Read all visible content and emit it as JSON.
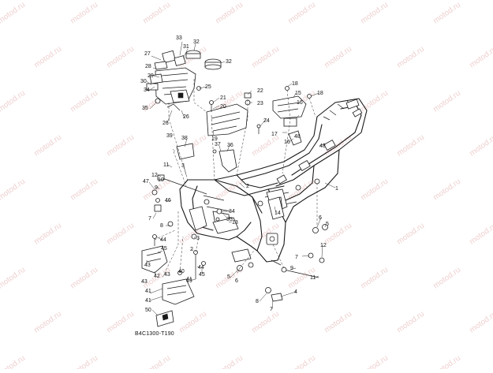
{
  "diagram": {
    "code": "B4C1300-T190",
    "watermark": "motod.ru",
    "callouts": [
      "1",
      "2",
      "3",
      "4",
      "5",
      "6",
      "7",
      "8",
      "9",
      "10",
      "11",
      "12",
      "13",
      "14",
      "15",
      "16",
      "17",
      "18",
      "19",
      "20",
      "21",
      "22",
      "23",
      "24",
      "25",
      "26",
      "27",
      "28",
      "29",
      "30",
      "31",
      "32",
      "33",
      "34",
      "35",
      "36",
      "37",
      "38",
      "39",
      "40",
      "41",
      "42",
      "43",
      "44",
      "45",
      "46",
      "47",
      "48",
      "49"
    ]
  }
}
